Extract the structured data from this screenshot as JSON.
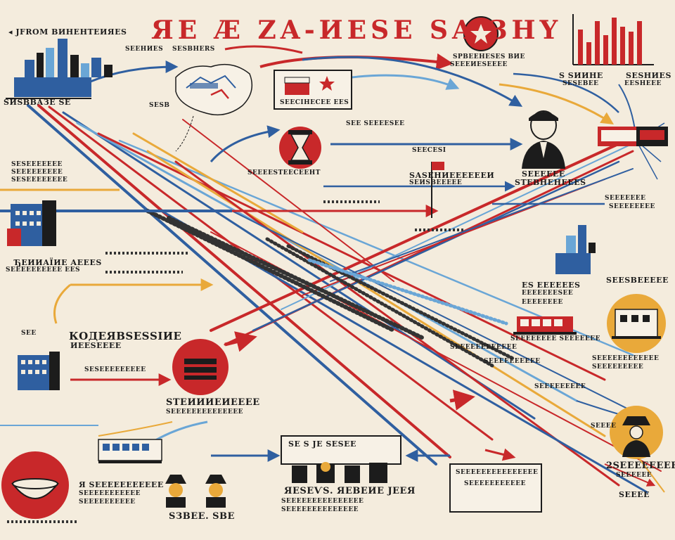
{
  "colors": {
    "background": "#f4ecdd",
    "red": "#c8282a",
    "blue": "#2f5fa0",
    "yellow": "#e9a93a",
    "light_blue": "#6aa6d6",
    "dark": "#1c1c1c"
  },
  "header": {
    "title": "ЯE Æ ZA-ИEЅE ЅA ЗHY",
    "top_left": "◂ ЈFROM ВИНЕНТЕИЯЕЅ",
    "left_sub": "ЅЕЕНИЕЅ",
    "left_sub2": "ЅЕЅВНЕRЅ"
  },
  "labels": {
    "l_tl_skyline": "ЅИЅВВАЗЕ ЅЕ",
    "l_map": "ЅЕЅВ",
    "l_flag_box": "ЅЕЕСІНЕСЕЕ ЕЕЅ",
    "l_right_top_a": "ЅРВЕЕНЕЅЕЅ ВИЕ",
    "l_right_top_b": "ЅЕЕЕИЕЅЕЕЕЕ",
    "l_right_a1": "Ѕ ЅИИНЕ",
    "l_right_a2": "ЅЕЅЕВЕЕ",
    "l_right_b1": "ЅЕЅНИЕЅ",
    "l_right_b2": "ЕЕЅНЕЕЕ",
    "l_yellow_center": "ЅЕЕ ЅЕЕЕЕЅЕЕ",
    "l_hourglass": "ЅЕЕЕЕЅТЕЕСЕЕНТ",
    "l_flagpole": "ЅЕЕСЕЅІ",
    "l_center_a": "ЅАЅЕНИЕЕЕЕЕЕИ",
    "l_center_b": "ЅЕИЅВЕЕЕЕЕ",
    "l_person": "ЅЕЕЕЕЕЕ",
    "l_person2": "ЅТЕВНЕНЕЕЕЅ",
    "l_left_mid_a": "ЅЕЅЕЕЕЕЕЕЕ",
    "l_left_mid_b": "ЅЕЕЕЕЕЕЕЕЕ",
    "l_left_mid_c": "ЅЕЅЕЕЕЕЕЕЕЕ",
    "l_right_mid": "ЅЕЕЕЕЕЕЕ",
    "l_right_mid2": "ЅЕЕЕЕЕЕЕЕ",
    "l_dfinane": "ЂЕИИАЇИЕ АЕЕЕЅ",
    "l_dfinane2": "ЅЕЕЕЕЕЕЕЕЕЕ ЕЕЅ",
    "l_right_chinese_a": "ЕЅ ЕЕЕЕЕЕЅ",
    "l_right_chinese_b": "ЕЕЕЕЕЕЕЅЕЕ",
    "l_right_chinese_c": "ЕЕЕЕЕЕЕЕ",
    "l_factory_right": "ЅЕЕЅВЕЕЕЕЕ",
    "l_koder": "КОДЕЯВЅЕЅЅІИЕ",
    "l_koder2": "ИЕЕЅЕЕЕЕ",
    "l_koder3": "ЅЕЕ",
    "l_dome": "ЅЕЅЕЕЕЕЕЕЕЕЕ",
    "l_stamp": "ЅТЕИИИЕИЕЕЕЕ",
    "l_stamp2": "ЅЕЕЕЕЕЕЕЕЕЕЕЕЕЕ",
    "l_bottom_center_box": "ЅЕ Ѕ ЈЕ ЅЕЅЕЕ",
    "l_bottom_center_a": "ЯЕЅЕѴЅ. ЯЕВЕИЕ ЈЕЕЯ",
    "l_bottom_center_b": "ЅЕЕЕЕЕЕЕЕЕЕЕЕЕЕЕ",
    "l_bottom_center_c": "ЅЕЕЕЕЕЕЕЕЕЕЕЕЕЕ",
    "l_bottom_hats": "ЅЗВЕЕ. ЅВЕ",
    "l_bottom_left_a": "Я ЅЕЕЕЕЕЕЕЕЕЕЕ",
    "l_bottom_left_b": "ЅЕЕЕЕЕЕЕЕЕЕЕ",
    "l_bottom_left_c": "ЅЕЕЕЕЕЕЕЕЕЕ",
    "l_bottom_right_box_a": "ЅЕЕЕЕЕЕЕЕЕЕЕЕЕЕЕ",
    "l_bottom_right_box_b": "ЅЕЕЕЕЕЕЕЕЕЕЕ",
    "l_bottom_right_a": "2ЅЕЕЕЕЕЕЕЕЕЕЕ",
    "l_bottom_right_b": "ЅЕЕЕЕЕЕ",
    "l_bottom_right_c": "ЅЕЕЕЕ",
    "l_slant_a": "ЅЕЕЕЕЕЕЕЕЕЕЕЕ",
    "l_slant_b": "ЅЕЕЕЕЕЕЕЕЕЕ",
    "l_slant_c": "ЅЕЕЕЕЕЕЕЕЕ",
    "l_skyline_right": "ЅЕЕЕЕ",
    "l_right_corner": "ЅЕЕЕЕЕЕЕЕЕЕЕЕ",
    "l_right_corner2": "ЅЕЕЕЕЕЕЕЕЕ",
    "l_train_right": "ЅЕЕЕЕЕЕЕЕ ЅЕЕЕЕЕЕЕ"
  },
  "icons": [
    "star-badge-icon",
    "bar-chart-icon",
    "city-skyline-icon",
    "map-icon",
    "flag-icon",
    "hourglass-icon",
    "businessman-icon",
    "factory-icon",
    "train-icon",
    "dome-building-icon",
    "bowl-icon",
    "hat-person-icon",
    "officer-icon"
  ]
}
